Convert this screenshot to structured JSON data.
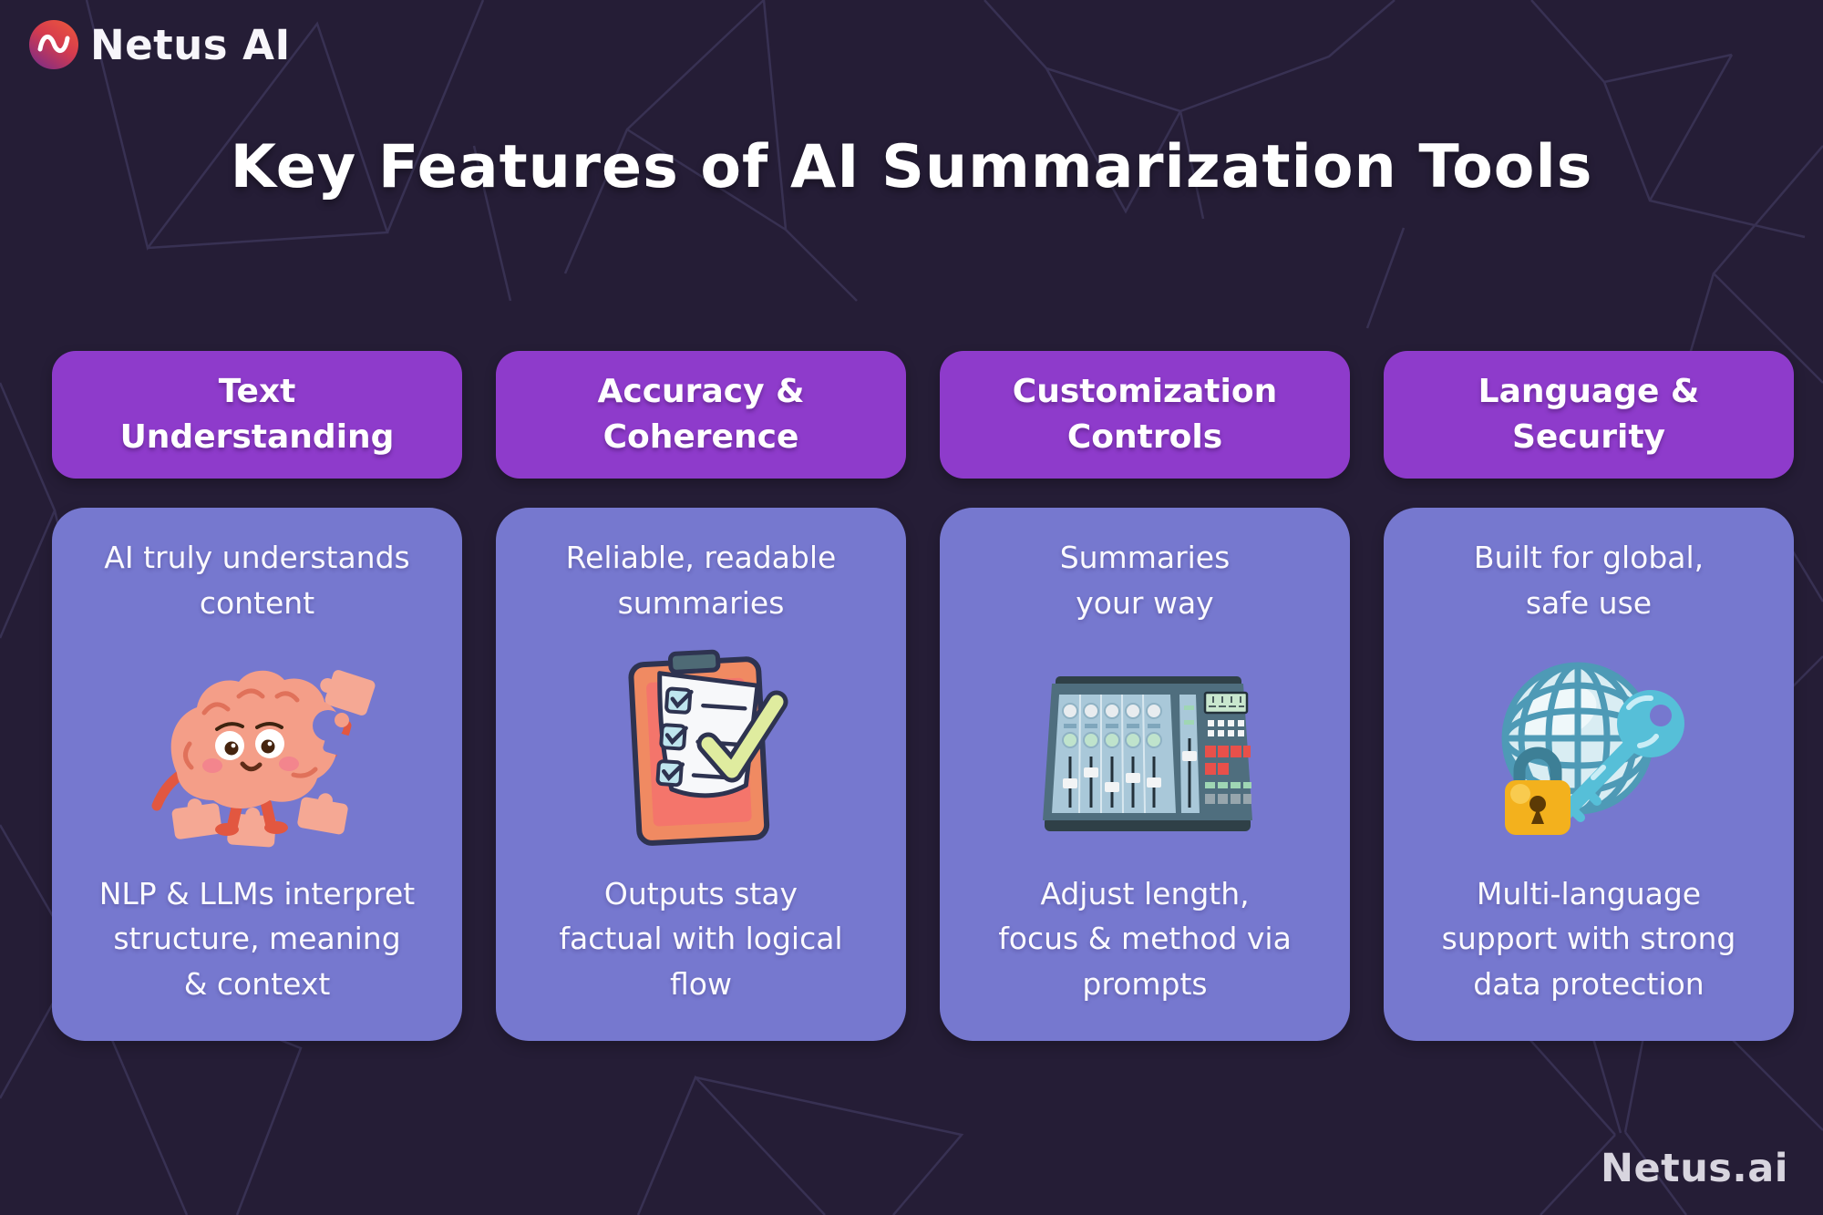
{
  "brand": {
    "name": "Netus AI",
    "logo_icon": "n-wave-icon"
  },
  "title": "Key Features of AI Summarization Tools",
  "watermark": "Netus.ai",
  "colors": {
    "background": "#251D36",
    "mesh_line": "#3B3456",
    "header_purple": "#8E3BCB",
    "card_periwinkle": "#7678CF",
    "text_white": "#FFFFFF",
    "logo_gradient_start": "#EF5A3A",
    "logo_gradient_end": "#6E2D90"
  },
  "columns": [
    {
      "header": "Text\nUnderstanding",
      "top": "AI truly understands\ncontent",
      "icon": "brain-puzzle-icon",
      "bottom": "NLP & LLMs interpret\nstructure, meaning\n& context"
    },
    {
      "header": "Accuracy &\nCoherence",
      "top": "Reliable, readable\nsummaries",
      "icon": "checklist-clipboard-icon",
      "bottom": "Outputs stay\nfactual with logical\nflow"
    },
    {
      "header": "Customization\nControls",
      "top": "Summaries\nyour way",
      "icon": "mixer-console-icon",
      "bottom": "Adjust length,\nfocus & method via\nprompts"
    },
    {
      "header": "Language &\nSecurity",
      "top": "Built for global,\nsafe use",
      "icon": "globe-key-lock-icon",
      "bottom": "Multi-language\nsupport with strong\ndata protection"
    }
  ]
}
